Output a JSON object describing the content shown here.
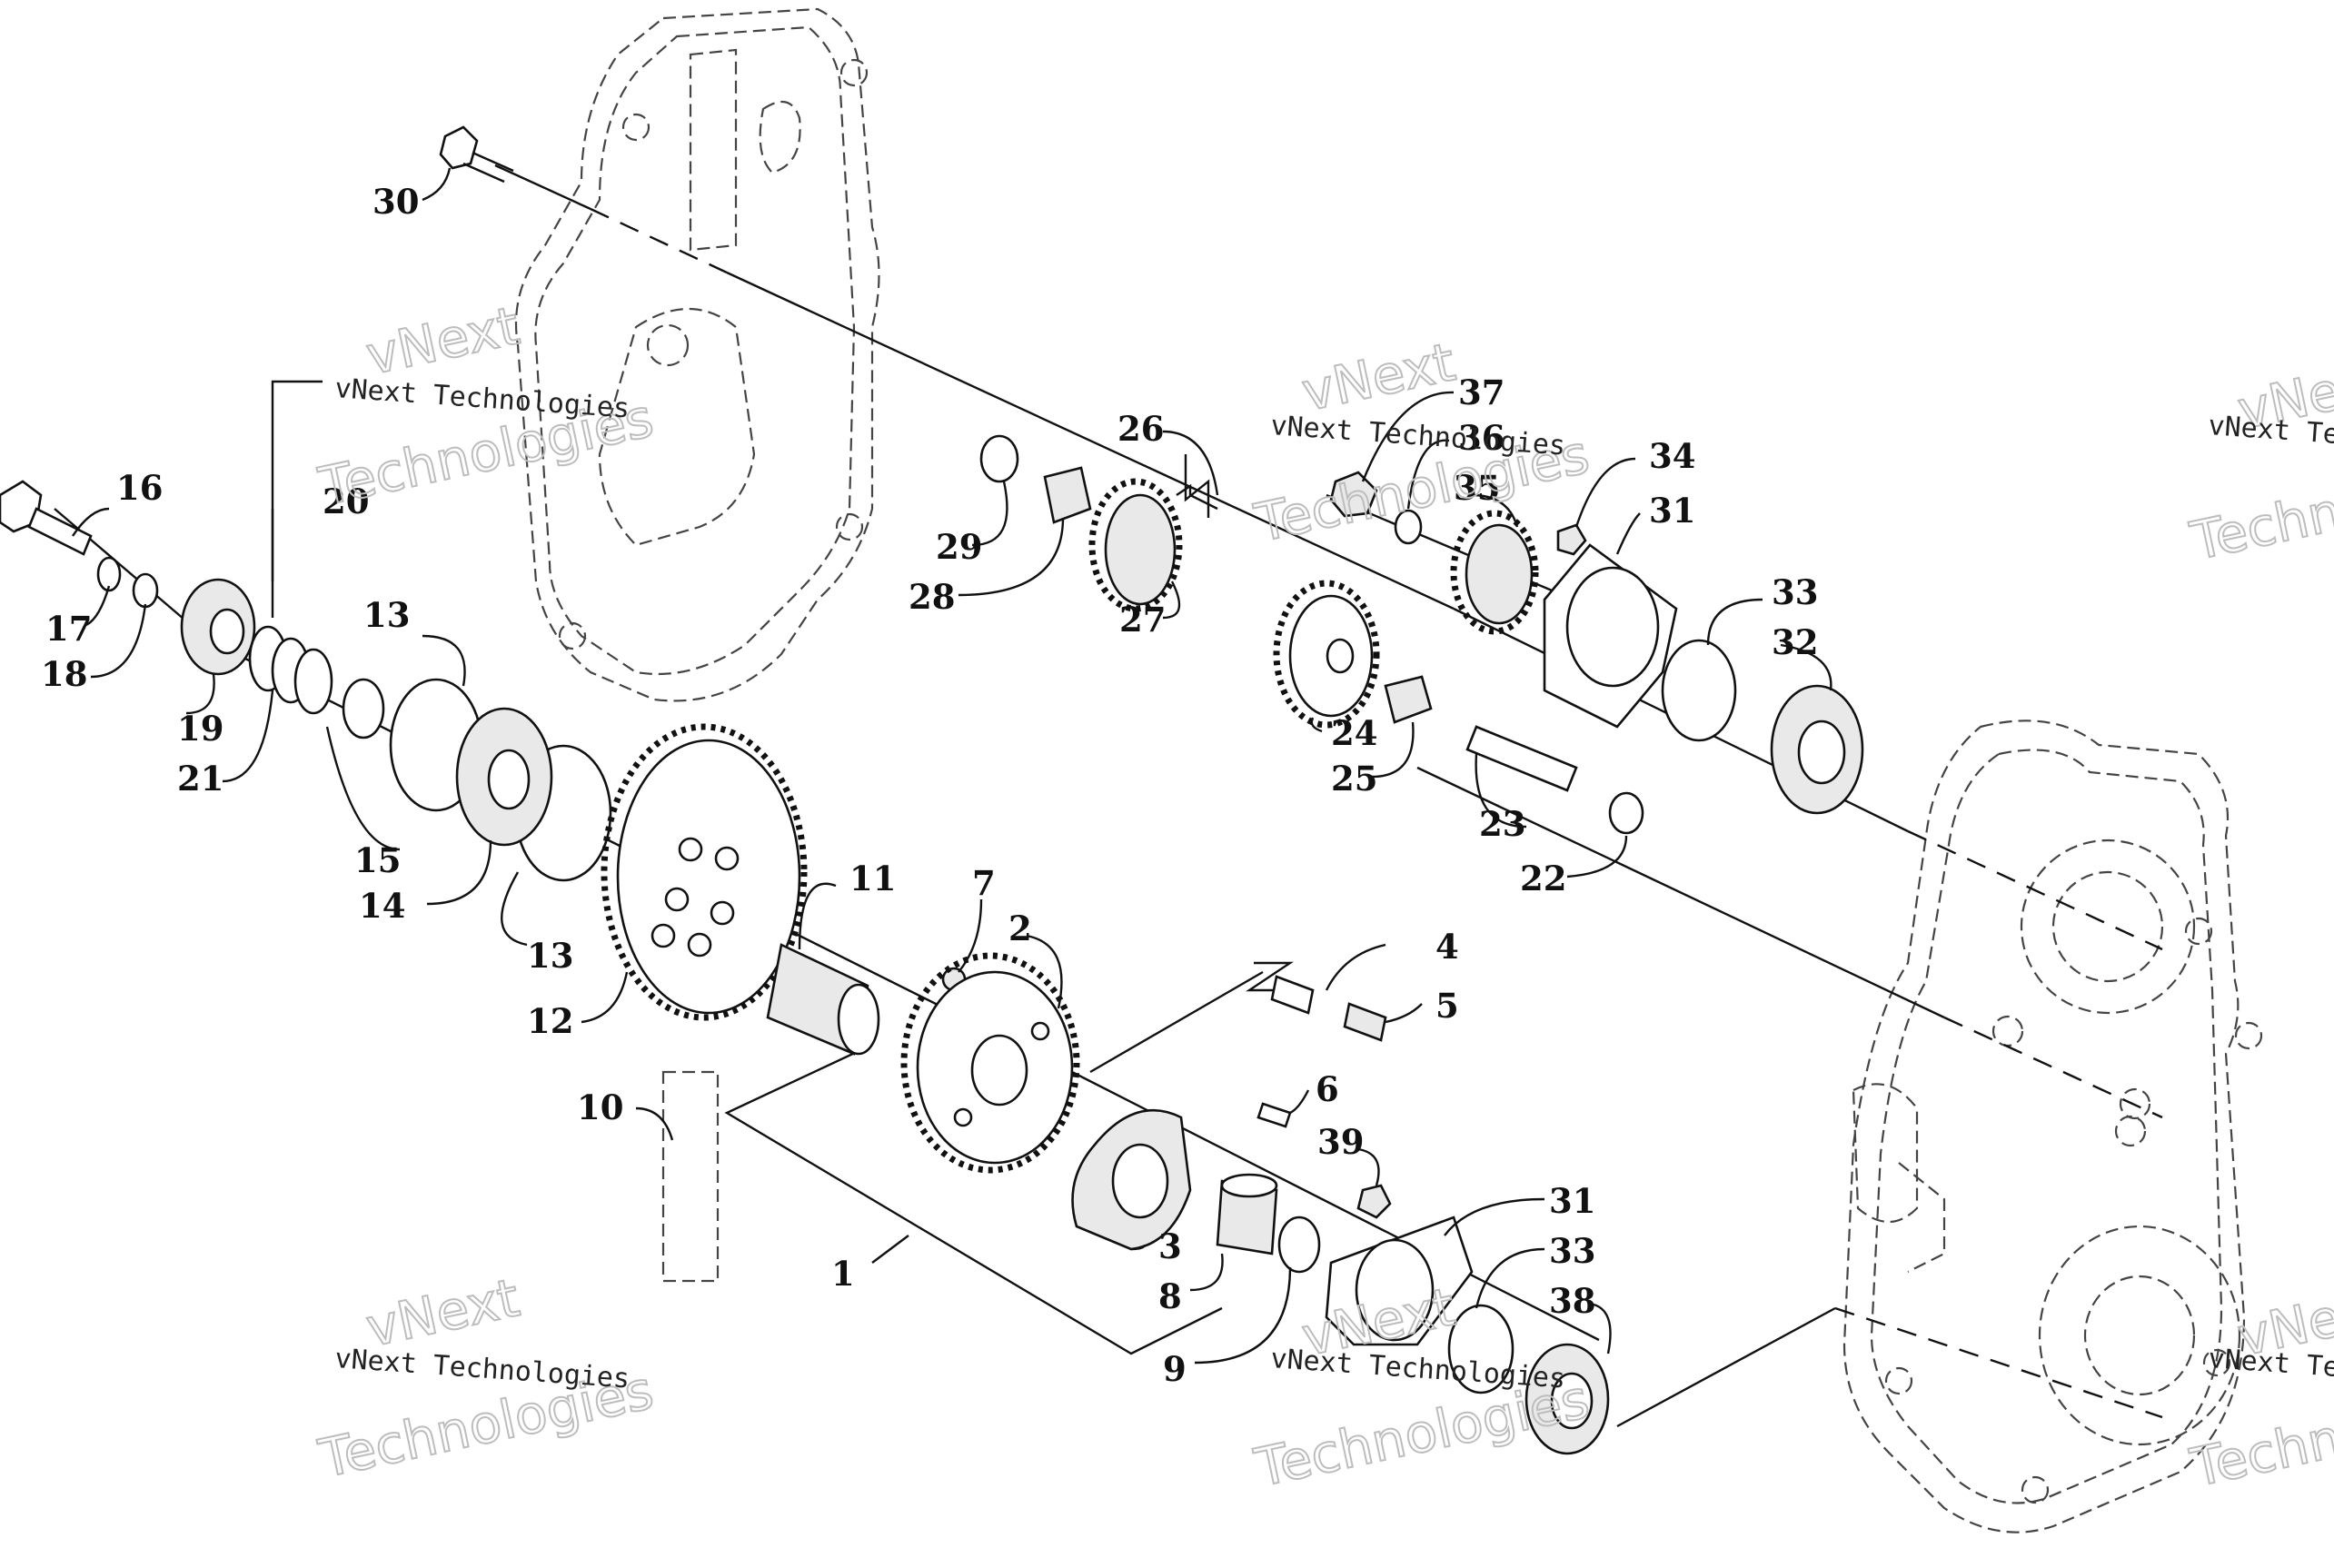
{
  "callouts": [
    "30",
    "16",
    "20",
    "17",
    "18",
    "19",
    "21",
    "13",
    "15",
    "14",
    "12",
    "11",
    "7",
    "2",
    "4",
    "5",
    "6",
    "10",
    "1",
    "3",
    "8",
    "9",
    "39",
    "31",
    "33",
    "38",
    "29",
    "28",
    "26",
    "27",
    "24",
    "25",
    "23",
    "22",
    "37",
    "36",
    "35",
    "34",
    "32"
  ],
  "watermark": {
    "line1": "vNext",
    "line2": "vNext Technologies",
    "line3": "Technologies"
  }
}
